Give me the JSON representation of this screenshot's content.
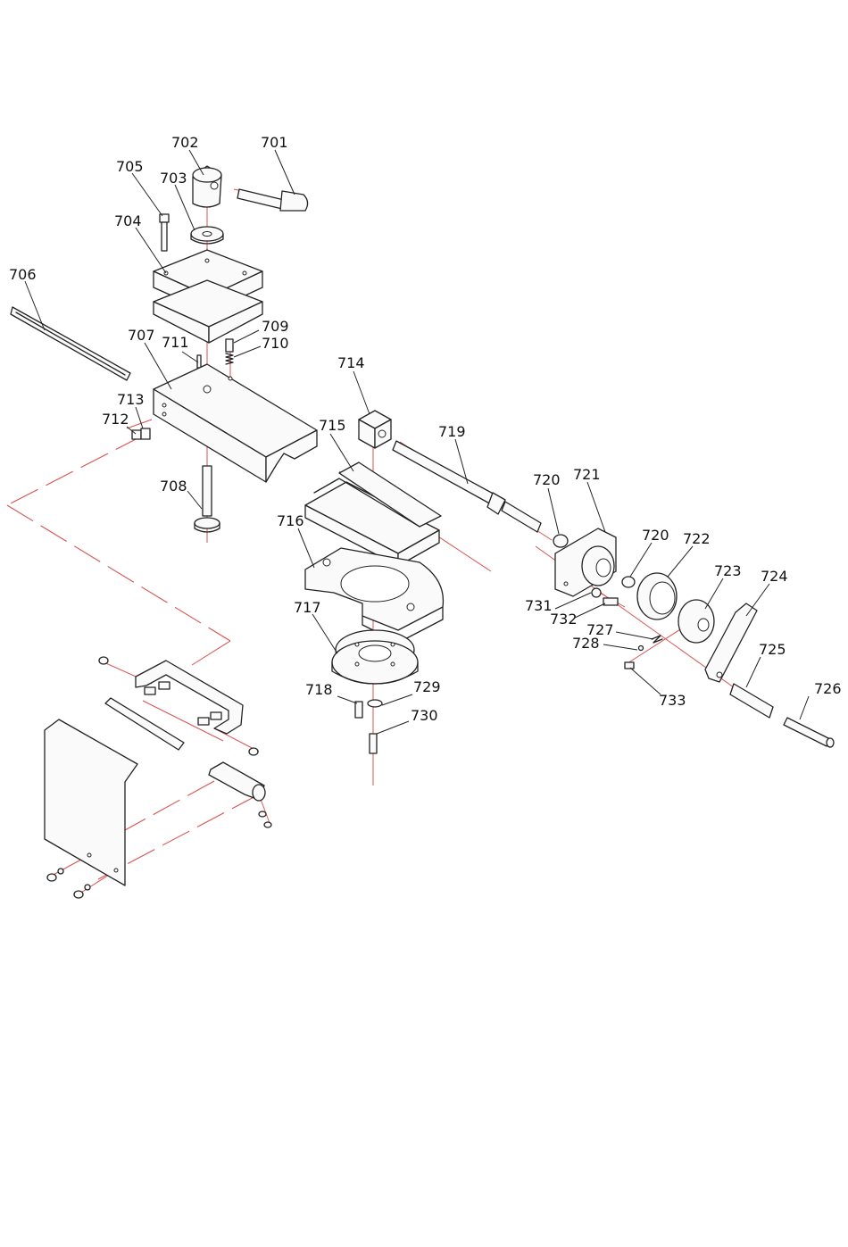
{
  "diagram": {
    "type": "exploded-parts-view",
    "colors": {
      "line": "#222222",
      "axis": "#d9534f",
      "background": "#ffffff"
    },
    "labels": [
      "701",
      "702",
      "703",
      "704",
      "705",
      "706",
      "707",
      "708",
      "709",
      "710",
      "711",
      "712",
      "713",
      "714",
      "715",
      "716",
      "717",
      "718",
      "719",
      "720",
      "720",
      "721",
      "722",
      "723",
      "724",
      "725",
      "726",
      "727",
      "728",
      "729",
      "730",
      "731",
      "732",
      "733"
    ]
  }
}
